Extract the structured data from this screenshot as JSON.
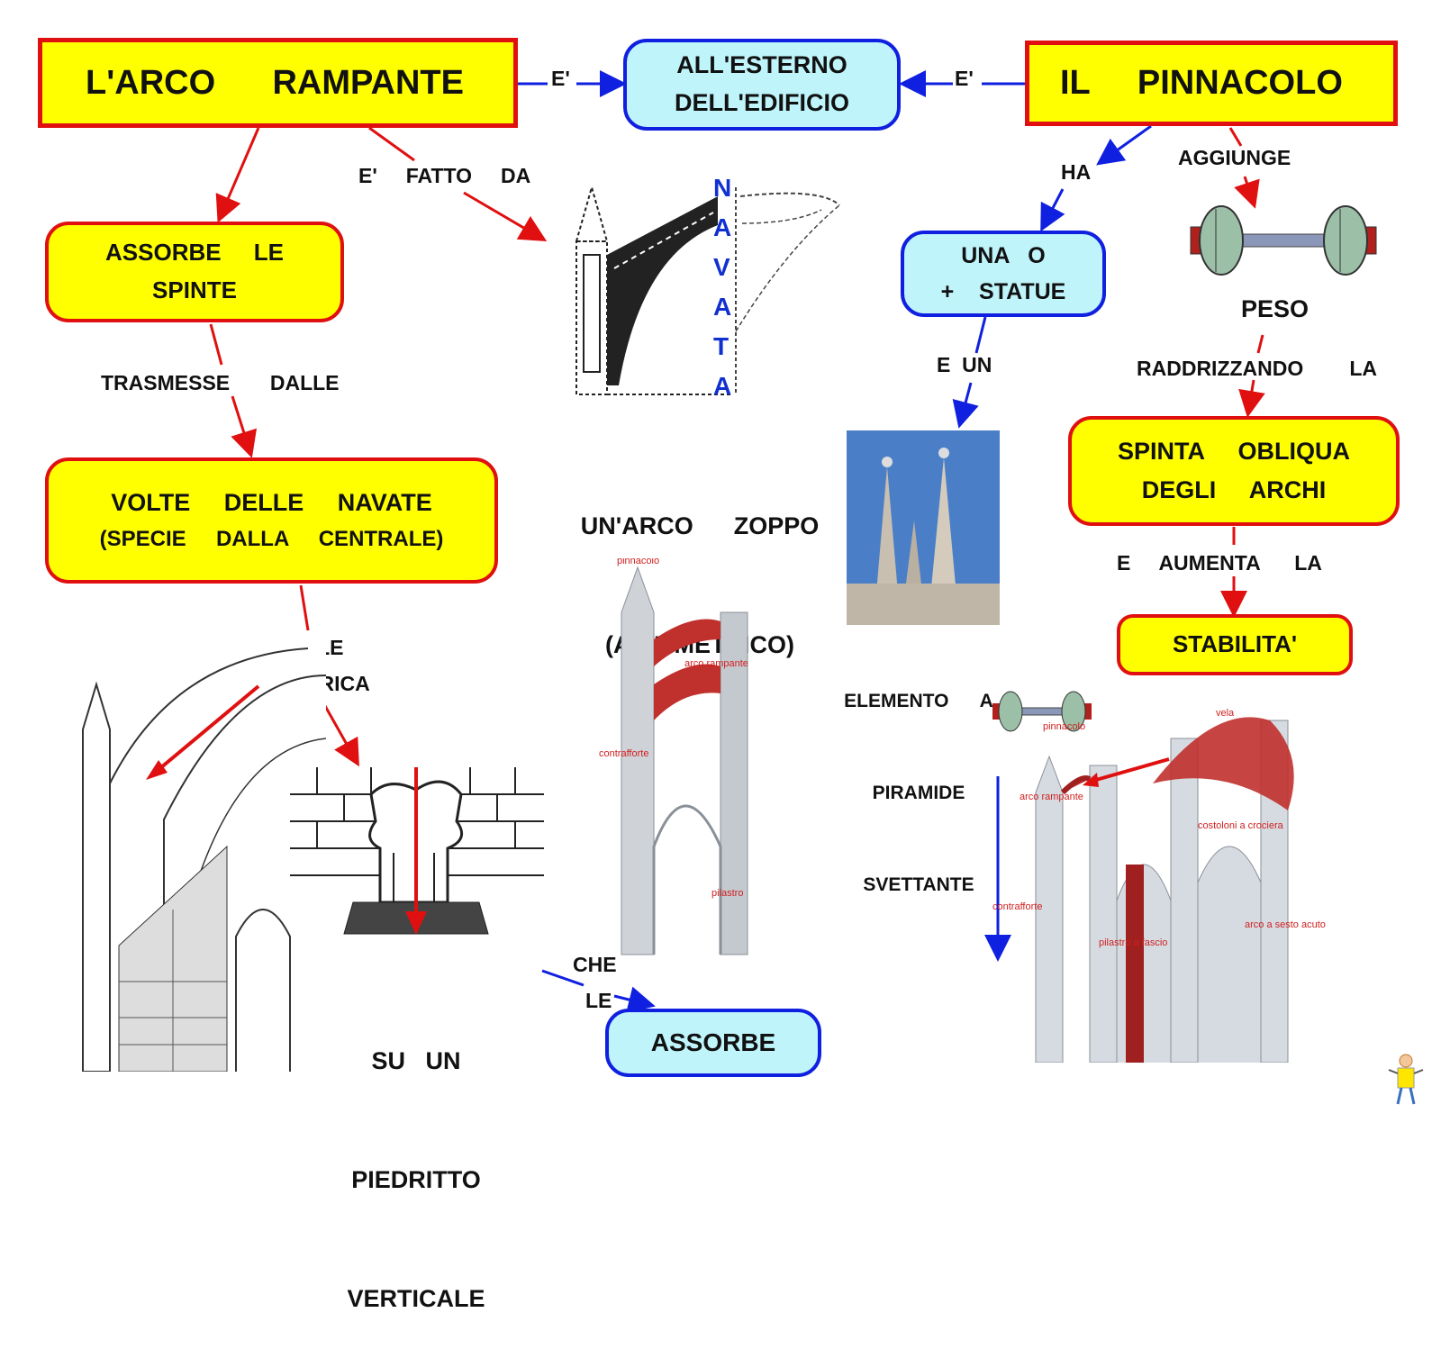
{
  "boxes": {
    "arco_rampante": "L'ARCO      RAMPANTE",
    "esterno": [
      "ALL'ESTERNO",
      "DELL'EDIFICIO"
    ],
    "pinnacolo": "IL     PINNACOLO",
    "assorbe_spinte": [
      "ASSORBE     LE",
      "SPINTE"
    ],
    "volte": [
      "VOLTE     DELLE     NAVATE",
      "(SPECIE     DALLA     CENTRALE)"
    ],
    "statue": [
      "UNA   O",
      "+    STATUE"
    ],
    "spinta": [
      "SPINTA     OBLIQUA",
      "DEGLI     ARCHI"
    ],
    "stabilita": "STABILITA'",
    "assorbe": "ASSORBE"
  },
  "labels": {
    "e1": "E'",
    "e2": "E'",
    "fatto_da": "E'     FATTO     DA",
    "trasmesse": "TRASMESSE       DALLE",
    "ha": "HA",
    "aggiunge": "AGGIUNGE",
    "e_un": "E  UN",
    "raddrizzando": "RADDRIZZANDO        LA",
    "aumenta": "E     AUMENTA      LA",
    "e_le": "E  LE",
    "scarica": "SCARICA",
    "che": "CHE",
    "le": "LE"
  },
  "captions": {
    "zoppo": [
      "UN'ARCO      ZOPPO",
      "(ASIMMETRICO)"
    ],
    "peso": "PESO",
    "elemento": [
      "ELEMENTO      A",
      "PIRAMIDE",
      "SVETTANTE"
    ],
    "piedritto": [
      "SU   UN",
      "PIEDRITTO",
      "VERTICALE"
    ]
  },
  "navata_letters": [
    "N",
    "A",
    "V",
    "A",
    "T",
    "A"
  ],
  "diagram_labels": {
    "pinnacolo": "pinnacolo",
    "arco_rampante": "arco rampante",
    "contrafforte": "contrafforte",
    "pilastro": "pilastro",
    "vela": "vela",
    "costoloni": "costoloni a crociera",
    "arco_rampante2": "arco rampante",
    "contrafforte2": "contrafforte",
    "pilastro_fascio": "pilastro a fascio",
    "arco_sesto": "arco a sesto acuto",
    "pinnacolo2": "pinnacolo"
  },
  "colors": {
    "title_fill": "#ffff00",
    "red": "#e01010",
    "blue": "#1020e0",
    "cyan": "#bff4fb"
  }
}
